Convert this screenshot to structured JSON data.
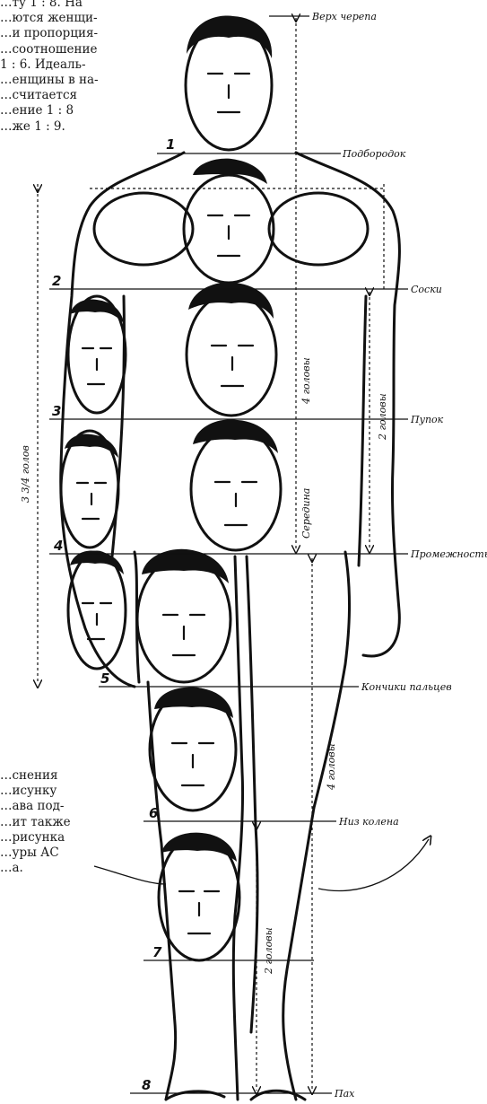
{
  "top_text": {
    "lines": [
      "…ту 1 : 8. На",
      "…ются женщи-",
      "…и пропорция-",
      "…соотношение",
      "1 : 6. Идеаль-",
      "…енщины в на-",
      "…считается",
      "…ение 1 : 8",
      "…же 1 : 9."
    ]
  },
  "bottom_text": {
    "lines": [
      "…снения",
      "…исунку",
      "…ава под-",
      "…ит также",
      "…рисунка",
      "…уры АС",
      "…а."
    ]
  },
  "level_labels": [
    {
      "text": "Верх черепа"
    },
    {
      "text": "Подбородок"
    },
    {
      "text": "Соски"
    },
    {
      "text": "Пупок"
    },
    {
      "text": "Промежность"
    },
    {
      "text": "Кончики пальцев"
    },
    {
      "text": "Низ колена"
    },
    {
      "text": "Пах"
    }
  ],
  "head_numbers": [
    "1",
    "2",
    "3",
    "4",
    "5",
    "6",
    "7",
    "8"
  ],
  "vertical_labels": {
    "arm": "3 3/4 голов",
    "torso": "4 головы",
    "navel": "2 головы",
    "middle": "Середина",
    "leg": "4 головы",
    "shin": "2 головы"
  }
}
